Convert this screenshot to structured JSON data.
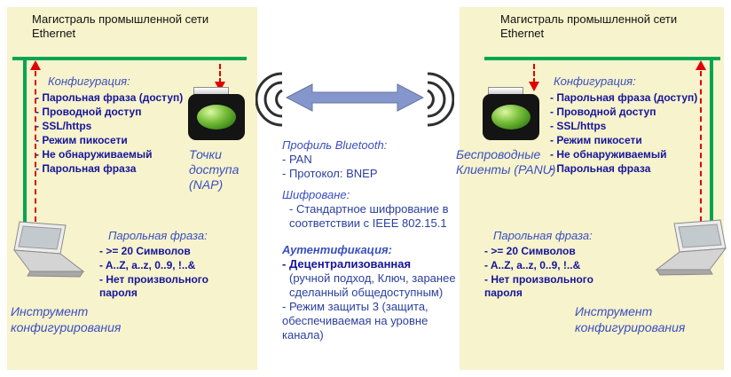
{
  "left": {
    "title": "Магистраль промышленной сети Ethernet",
    "config_heading": "Конфигурация:",
    "config_items": [
      "- Парольная фраза (доступ)",
      "- Проводной доступ",
      "- SSL/https",
      "- Режим пикосети",
      "- Не обнаруживаемый",
      "- Парольная фраза"
    ],
    "device_label": "Точки доступа (NAP)",
    "pass_heading": "Парольная фраза:",
    "pass_items": [
      "- >= 20 Символов",
      "- A..Z, a..z, 0..9, !..&",
      "- Нет произвольного пароля"
    ],
    "tool_label": "Инструмент конфигурирования"
  },
  "center": {
    "profile_heading": "Профиль Bluetooth:",
    "profile_items": [
      "- PAN",
      "- Протокол: BNEP"
    ],
    "encryption_heading": "Шифрованe:",
    "encryption_item": "- Стандартное шифрование в соответствии с IEEE 802.15.1",
    "auth_heading": "Аутентификация:",
    "auth_item1_bold": "- Децентрализованная",
    "auth_item1_rest": "(ручной подход, Ключ, заранее сделанный общедоступным)",
    "auth_item2": "- Режим защиты 3 (защита, обеспечиваемая на уровне канала)"
  },
  "right": {
    "title": "Магистраль промышленной сети Ethernet",
    "config_heading": "Конфигурация:",
    "config_items": [
      "- Парольная фраза (доступ)",
      "- Проводной доступ",
      "- SSL/https",
      "- Режим пикосети",
      "- Не обнаруживаемый",
      "- Парольная фраза"
    ],
    "device_label": "Беспроводные Клиенты (PANU)",
    "pass_heading": "Парольная фраза:",
    "pass_items": [
      "- >= 20 Символов",
      "- A..Z, a..z, 0..9, !..&",
      "- Нет произвольного пароля"
    ],
    "tool_label": "Инструмент конфигурирования"
  },
  "colors": {
    "panel_bg": "#f7f3cc",
    "ethernet_green": "#00a651",
    "dashed_red": "#e10000",
    "heading_blue": "#3a4fc0",
    "item_navy": "#15159a",
    "arrow_blue": "#8496cb"
  }
}
